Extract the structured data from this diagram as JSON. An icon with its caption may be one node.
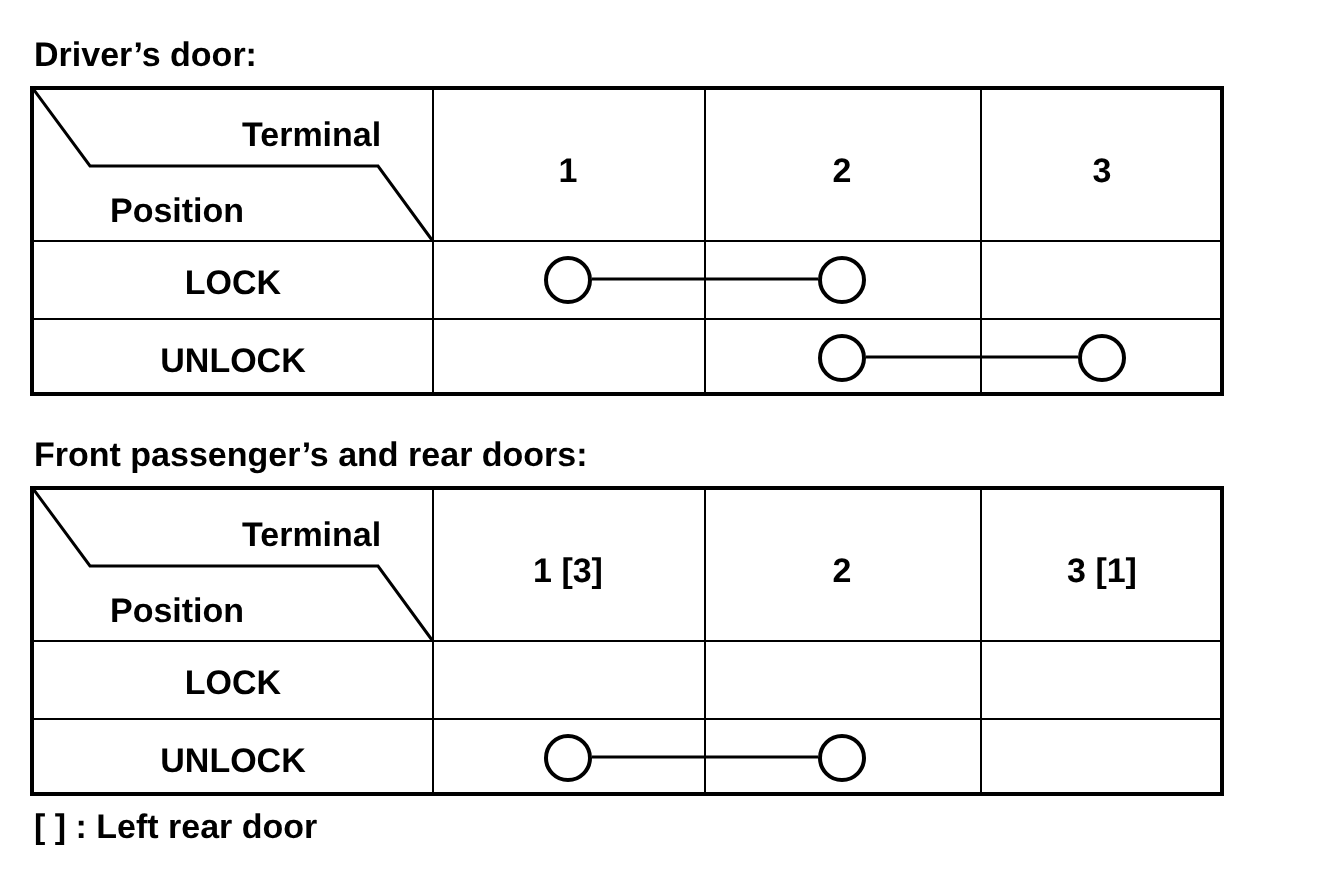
{
  "diagram": {
    "nodes": [
      {
        "text": [],
        "shape": "circle"
      },
      {
        "text": [],
        "shape": "circle"
      },
      {
        "text": [],
        "shape": "circle"
      },
      {
        "text": [],
        "shape": "circle"
      },
      {
        "text": [],
        "shape": "circle"
      },
      {
        "text": [],
        "shape": "circle"
      }
    ],
    "edges": [
      {
        "from": 0,
        "to": 1,
        "arrow": "none"
      },
      {
        "from": 2,
        "to": 3,
        "arrow": "none"
      },
      {
        "from": 4,
        "to": 5,
        "arrow": "none"
      }
    ],
    "labels": [
      "Driver’s door:",
      "Terminal",
      "Position",
      "1",
      "2",
      "3",
      "LOCK",
      "UNLOCK",
      "Front passenger’s and rear doors:",
      "Terminal",
      "Position",
      "1 [3]",
      "2",
      "3 [1]",
      "LOCK",
      "UNLOCK",
      "[ ] : Left rear door"
    ]
  }
}
